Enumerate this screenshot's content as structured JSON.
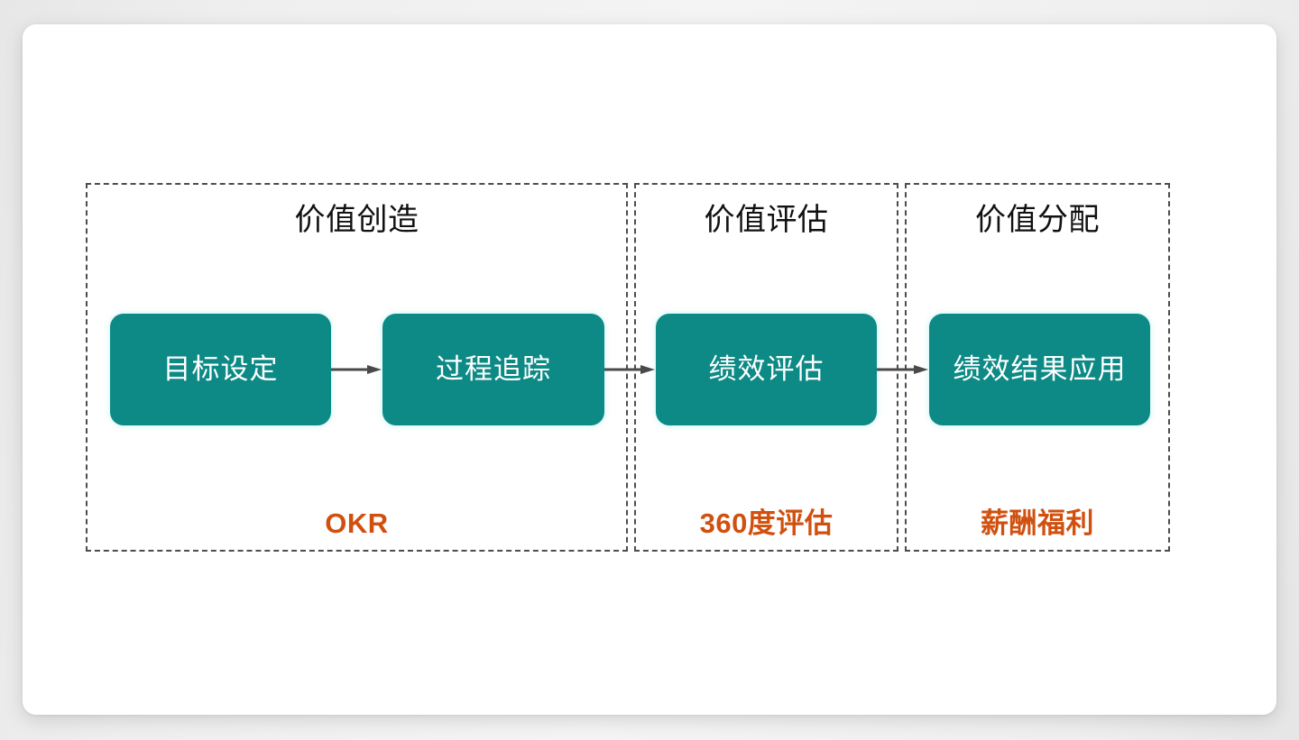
{
  "slide": {
    "background_color": "#f0f0f0",
    "card_color": "#ffffff"
  },
  "theme": {
    "box_color": "#0d8a85",
    "box_text_color": "#ffffff",
    "tag_color": "#d0500e",
    "border_color": "#4d4d4d",
    "arrow_color": "#4a4a4a",
    "title_color": "#111111"
  },
  "diagram": {
    "type": "process-flow",
    "orientation": "horizontal",
    "phases": [
      {
        "title": "价值创造",
        "tag": "OKR",
        "steps": [
          {
            "label": "目标设定"
          },
          {
            "label": "过程追踪"
          }
        ]
      },
      {
        "title": "价值评估",
        "tag": "360度评估",
        "steps": [
          {
            "label": "绩效评估"
          }
        ]
      },
      {
        "title": "价值分配",
        "tag": "薪酬福利",
        "steps": [
          {
            "label": "绩效结果应用"
          }
        ]
      }
    ],
    "steps_sequence": [
      "目标设定",
      "过程追踪",
      "绩效评估",
      "绩效结果应用"
    ],
    "connectors": [
      {
        "from": "目标设定",
        "to": "过程追踪",
        "icon": "arrow-right-icon"
      },
      {
        "from": "过程追踪",
        "to": "绩效评估",
        "icon": "arrow-right-icon"
      },
      {
        "from": "绩效评估",
        "to": "绩效结果应用",
        "icon": "arrow-right-icon"
      }
    ]
  }
}
